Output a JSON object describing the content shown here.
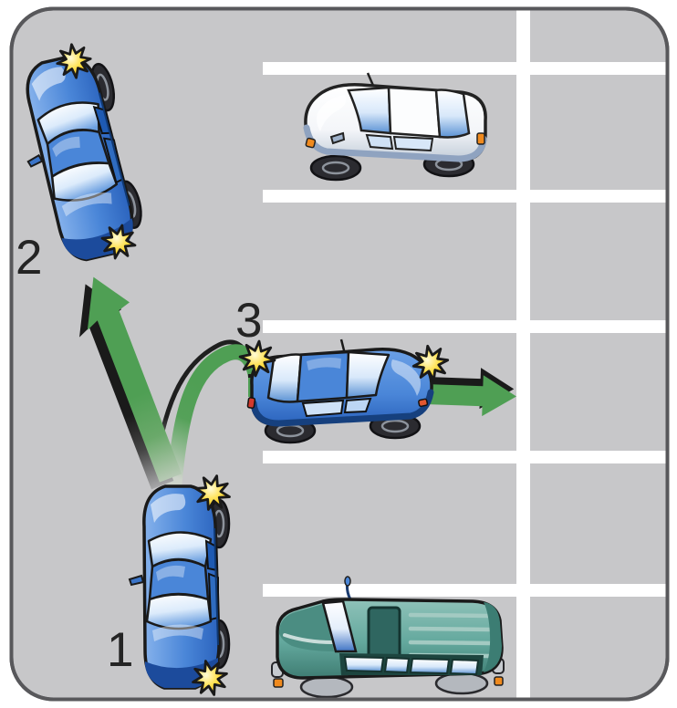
{
  "figure": {
    "description": "Parking lot diagram showing a blue car leaving a parking space in three numbered steps",
    "step_labels": [
      "1",
      "2",
      "3"
    ],
    "colors": {
      "lot_background": "#c7c7c9",
      "lot_border": "#58585b",
      "stall_line": "#ffffff",
      "path_green": "#4f9f54",
      "car_blue": "#4a86d8",
      "parked_car_white": "#f5f7f9",
      "parked_suv_teal": "#63a89d",
      "signal_flash_yellow": "#ffd41f",
      "label_text": "#242424"
    },
    "vehicles": {
      "maneuvering_car": "blue sedan shown at positions 1, 2 and 3 with flashing signals",
      "parked_car": "white sedan parked in upper stall facing left",
      "parked_suv": "teal SUV parked in lower stall facing left"
    }
  }
}
